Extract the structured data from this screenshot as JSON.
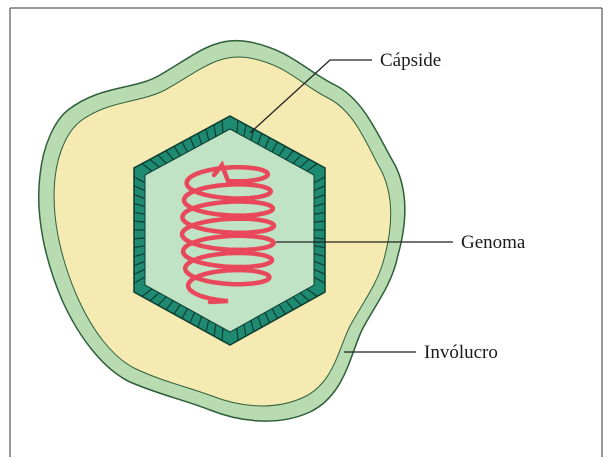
{
  "diagram": {
    "labels": {
      "capsid": "Cápside",
      "genome": "Genoma",
      "envelope": "Invólucro"
    },
    "colors": {
      "border": "#333333",
      "envelope_fill": "#b8dbb2",
      "envelope_stroke": "#2e5f3a",
      "interior_fill": "#f5eab2",
      "capsid_fill": "#1f8a72",
      "capsid_tile_lines": "#0c3d30",
      "capsid_core": "#c0e3c5",
      "genome_coil": "#e8485a",
      "leader_line": "#222222"
    }
  }
}
